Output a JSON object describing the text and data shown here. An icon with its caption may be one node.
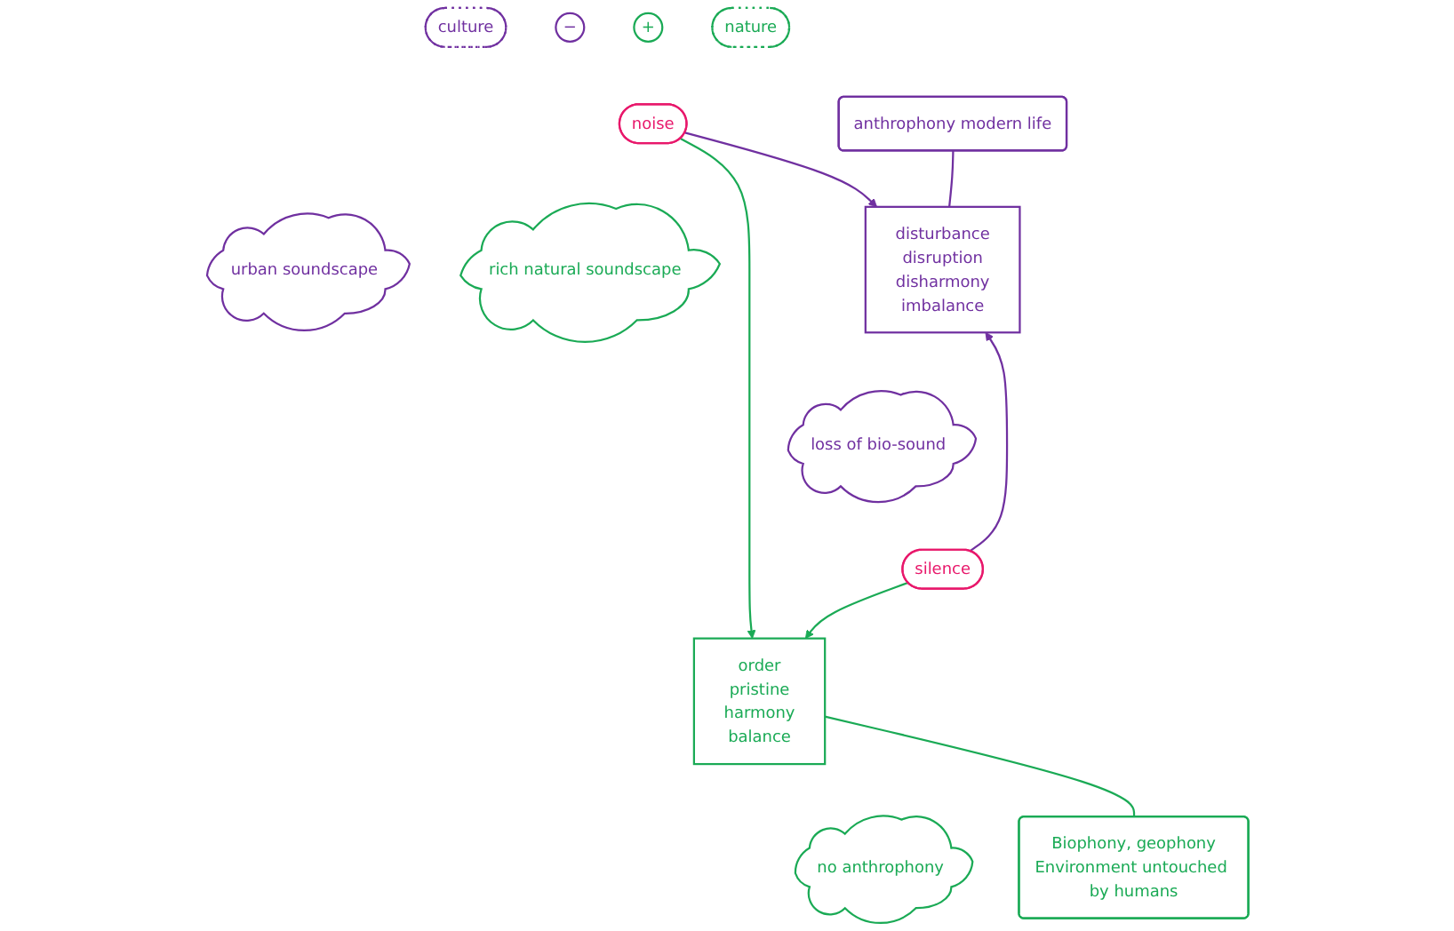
{
  "diagram": {
    "nodes": [
      {
        "text": [
          "culture"
        ]
      },
      {
        "text": [
          "−"
        ]
      },
      {
        "text": [
          "+"
        ]
      },
      {
        "text": [
          "nature"
        ]
      },
      {
        "text": [
          "noise"
        ]
      },
      {
        "text": [
          "urban soundscape"
        ]
      },
      {
        "text": [
          "rich natural soundscape"
        ]
      },
      {
        "text": [
          "disturbance",
          "disruption",
          "disharmony",
          "imbalance"
        ]
      },
      {
        "text": [
          "anthrophony modern life"
        ]
      },
      {
        "text": [
          "order",
          "pristine",
          "harmony",
          "balance"
        ]
      },
      {
        "text": [
          "Biophony, geophony",
          "Environment untouched by humans"
        ]
      },
      {
        "text": [
          "loss of bio-sound"
        ]
      },
      {
        "text": [
          "no anthrophony"
        ]
      },
      {
        "text": [
          "silence"
        ]
      }
    ],
    "edges": [
      {
        "from": 4,
        "to": 7,
        "arrow": "to",
        "color": "#7030a0"
      },
      {
        "from": 4,
        "to": 9,
        "arrow": "to",
        "color": "#1aaa55"
      },
      {
        "from": 8,
        "to": 7,
        "arrow": "none",
        "color": "#7030a0"
      },
      {
        "from": 9,
        "to": 10,
        "arrow": "none",
        "color": "#1aaa55"
      },
      {
        "from": 13,
        "to": 7,
        "arrow": "to",
        "color": "#7030a0"
      },
      {
        "from": 13,
        "to": 9,
        "arrow": "to",
        "color": "#1aaa55"
      }
    ]
  }
}
